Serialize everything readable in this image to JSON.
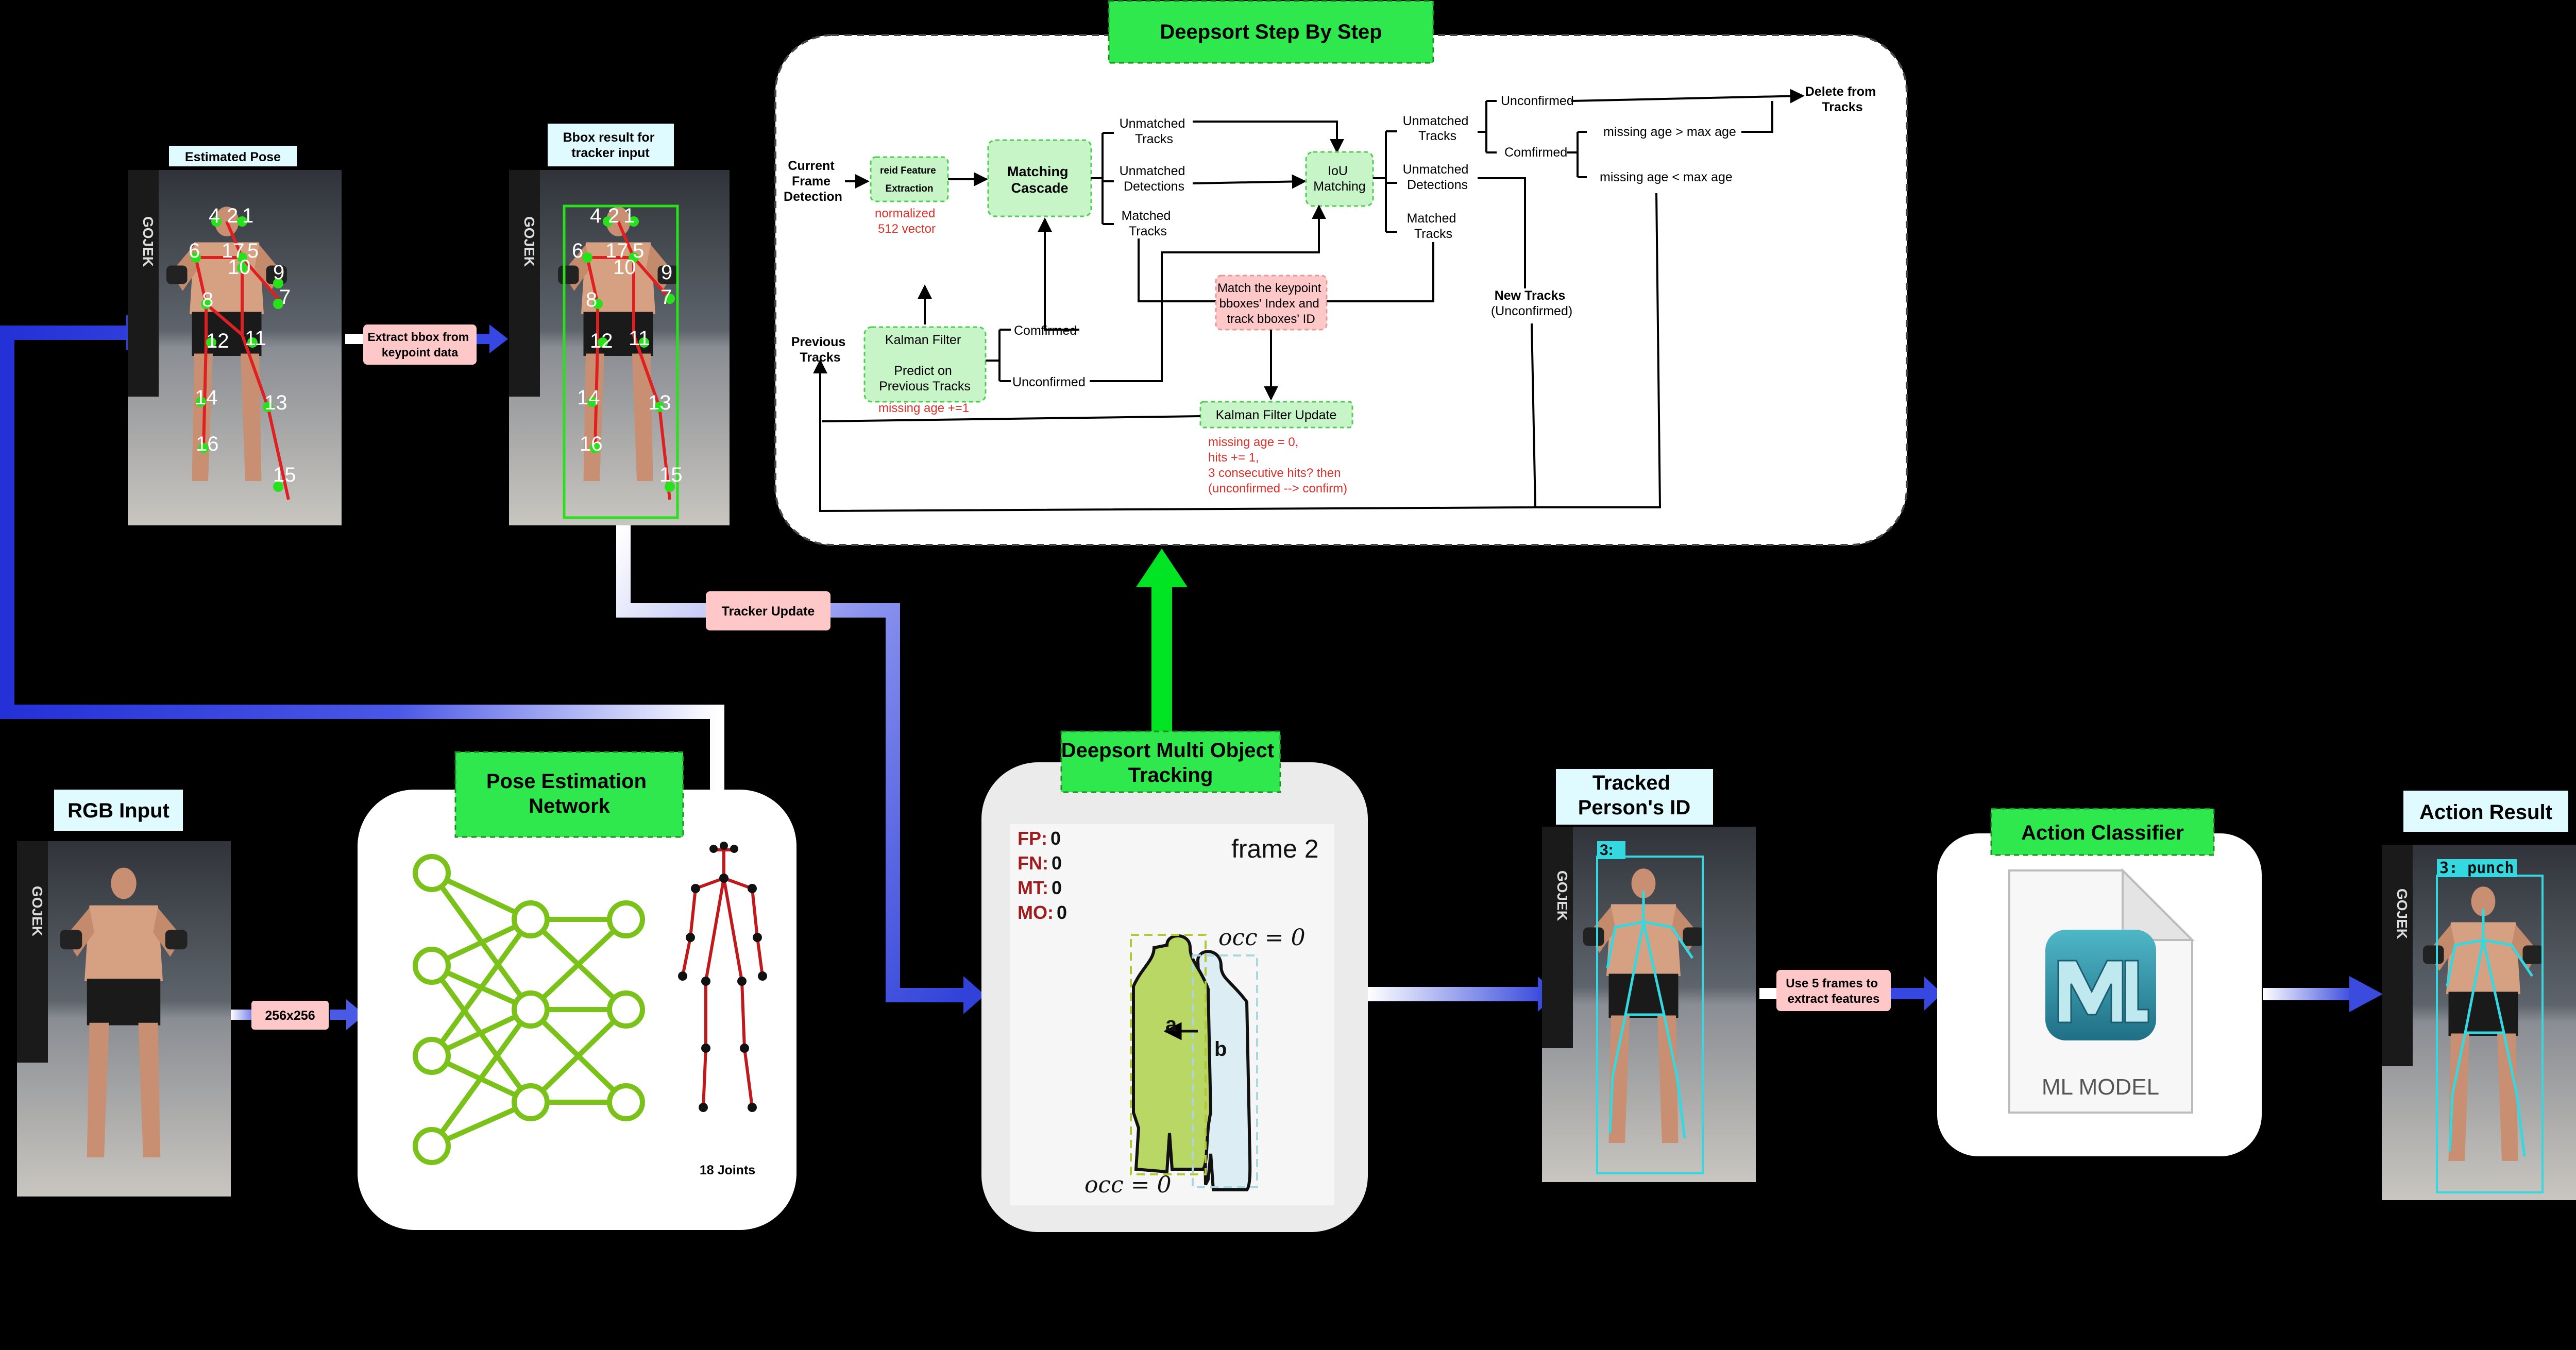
{
  "pipeline": {
    "rgb_input": "RGB Input",
    "size_label": "256x256",
    "pose_network": [
      "Pose Estimation",
      "Network"
    ],
    "joints": "18 Joints",
    "deepsort_mot": [
      "Deepsort Multi Object",
      "Tracking"
    ],
    "tracked_id": [
      "Tracked",
      "Person's ID"
    ],
    "use5": [
      "Use 5 frames to",
      "extract features"
    ],
    "action_classifier": "Action Classifier",
    "ml_model": "ML MODEL",
    "action_result": "Action Result",
    "estimated_pose": "Estimated Pose",
    "bbox_result": [
      "Bbox result for",
      "tracker input"
    ],
    "extract_bbox": [
      "Extract bbox from",
      "keypoint data"
    ],
    "tracker_update": "Tracker Update",
    "track_id_tag": "3:",
    "action_tag": "3: punch",
    "frame_label": "frame 2",
    "metrics": [
      {
        "key": "FP:",
        "val": "0"
      },
      {
        "key": "FN:",
        "val": "0"
      },
      {
        "key": "MT:",
        "val": "0"
      },
      {
        "key": "MO:",
        "val": "0"
      }
    ],
    "occ_top": "occ = 0",
    "occ_bottom": "occ = 0",
    "person_a": "a",
    "person_b": "b",
    "brand_text": "GOJEK",
    "keypoint_labels": [
      "4",
      "2",
      "1",
      "6",
      "17",
      "5",
      "10",
      "9",
      "8",
      "7",
      "12",
      "11",
      "14",
      "13",
      "16",
      "15"
    ]
  },
  "deepsort": {
    "title": "Deepsort Step By Step",
    "current_frame": [
      "Current",
      "Frame",
      "Detection"
    ],
    "reid": [
      "reid Feature",
      "Extraction"
    ],
    "normalized": [
      "normalized",
      "512 vector"
    ],
    "matching_cascade": [
      "Matching",
      "Cascade"
    ],
    "unmatched_tracks_1": [
      "Unmatched",
      "Tracks"
    ],
    "unmatched_detections_1": [
      "Unmatched",
      "Detections"
    ],
    "matched_tracks_1": [
      "Matched",
      "Tracks"
    ],
    "iou": [
      "IoU",
      "Matching"
    ],
    "unmatched_tracks_2": [
      "Unmatched",
      "Tracks"
    ],
    "unmatched_detections_2": [
      "Unmatched",
      "Detections"
    ],
    "matched_tracks_2": [
      "Matched",
      "Tracks"
    ],
    "unconfirmed_top": "Unconfirmed",
    "confirmed": "Comfirmed",
    "missing_gt": "missing age > max age",
    "missing_lt": "missing age < max age",
    "delete": [
      "Delete from",
      "Tracks"
    ],
    "new_tracks": [
      "New Tracks",
      "(Unconfirmed)"
    ],
    "previous_tracks": [
      "Previous",
      "Tracks"
    ],
    "kalman_filter": [
      "Kalman Filter",
      "Predict on",
      "Previous Tracks"
    ],
    "missing_inc": "missing age +=1",
    "comfirmed_left": "Comfirmed",
    "unconfirmed_left": "Unconfirmed",
    "match_keypoint": [
      "Match the keypoint",
      "bboxes' Index and",
      "track bboxes' ID"
    ],
    "kalman_update": "Kalman Filter Update",
    "update_notes": [
      "missing age = 0,",
      "hits += 1,",
      "3 consecutive hits? then",
      "(unconfirmed --> confirm)"
    ]
  },
  "colors": {
    "green_box": "#00ee2a",
    "light_green": "#c8f5c8",
    "pink": "#ffc8c8",
    "cyan_box": "#e0fbff",
    "red_note": "#d9312b",
    "blue_arrow": "#2f3fdb",
    "nn_green": "#7ac21a",
    "metric_red": "#a01c1c",
    "tracker_cyan": "#34d8e0"
  }
}
